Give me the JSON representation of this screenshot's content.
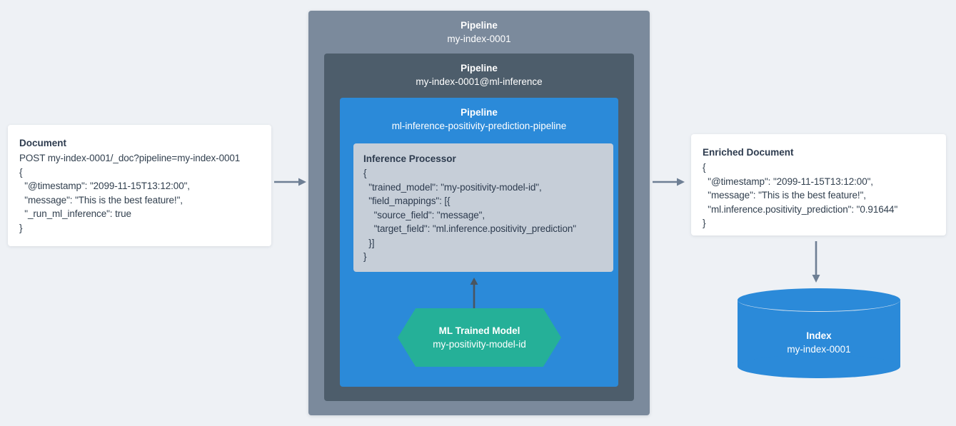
{
  "diagram": {
    "title": "Elasticsearch ML inference ingest pipeline flow",
    "background_color": "#eef1f5",
    "colors": {
      "pipeline_outer": "#7b8a9c",
      "pipeline_middle": "#4d5d6b",
      "pipeline_inner": "#2b8ad9",
      "processor": "#c6ced8",
      "ml_model": "#25b098",
      "index": "#2b8ad9",
      "arrow": "#6e7f94",
      "card": "#ffffff",
      "text": "#2d3b4e"
    }
  },
  "document": {
    "title": "Document",
    "lines": [
      "POST my-index-0001/_doc?pipeline=my-index-0001",
      "{",
      "  \"@timestamp\": \"2099-11-15T13:12:00\",",
      "  \"message\": \"This is the best feature!\",",
      "  \"_run_ml_inference\": true",
      "}"
    ]
  },
  "pipelines": {
    "outer": {
      "label": "Pipeline",
      "name": "my-index-0001"
    },
    "middle": {
      "label": "Pipeline",
      "name": "my-index-0001@ml-inference"
    },
    "inner": {
      "label": "Pipeline",
      "name": "ml-inference-positivity-prediction-pipeline"
    }
  },
  "inference_processor": {
    "title": "Inference Processor",
    "lines": [
      "{",
      "  \"trained_model\": \"my-positivity-model-id\",",
      "  \"field_mappings\": [{",
      "    \"source_field\": \"message\",",
      "    \"target_field\": \"ml.inference.positivity_prediction\"",
      "  }]",
      "}"
    ]
  },
  "ml_model": {
    "label": "ML Trained Model",
    "name": "my-positivity-model-id"
  },
  "enriched_document": {
    "title": "Enriched Document",
    "lines": [
      "{",
      "  \"@timestamp\": \"2099-11-15T13:12:00\",",
      "  \"message\": \"This is the best feature!\",",
      "  \"ml.inference.positivity_prediction\": \"0.91644\"",
      "}"
    ]
  },
  "index": {
    "label": "Index",
    "name": "my-index-0001"
  },
  "arrows": [
    {
      "name": "document-to-pipeline",
      "direction": "right"
    },
    {
      "name": "pipeline-to-enriched-document",
      "direction": "right"
    },
    {
      "name": "ml-model-to-inference-processor",
      "direction": "up"
    },
    {
      "name": "enriched-document-to-index",
      "direction": "down"
    }
  ]
}
